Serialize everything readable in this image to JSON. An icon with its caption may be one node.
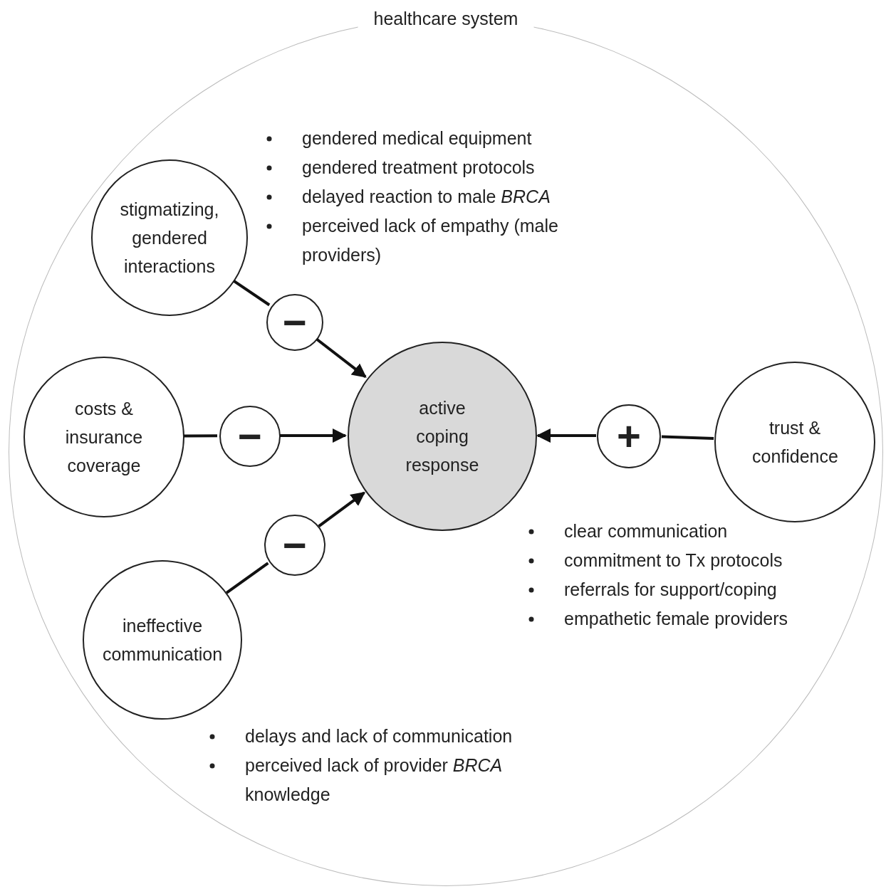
{
  "diagram": {
    "nodes": [
      {
        "text": [
          "healthcare system"
        ]
      },
      {
        "text": [
          "stigmatizing, gendered interactions"
        ],
        "in": 0,
        "beside": [
          "gendered medical equipment",
          "gendered treatment  protocols",
          "delayed reaction to male *BRCA*",
          "perceived lack of empathy (male providers)"
        ]
      },
      {
        "text": [
          "−"
        ],
        "in": 0
      },
      {
        "text": [
          "costs & insurance coverage"
        ],
        "in": 0
      },
      {
        "text": [
          "−"
        ],
        "in": 0
      },
      {
        "text": [
          "active coping response"
        ],
        "in": 0
      },
      {
        "text": [
          "+"
        ],
        "in": 0
      },
      {
        "text": [
          "trust & confidence"
        ],
        "in": 0,
        "beside": [
          "clear communication",
          "commitment  to Tx protocols",
          "referrals for support/coping",
          "empathetic  female providers"
        ]
      },
      {
        "text": [
          "−"
        ],
        "in": 0
      },
      {
        "text": [
          "ineffective communication"
        ],
        "in": 0,
        "beside": [
          "delays and lack of communication",
          "perceived lack of provider *BRCA* knowledge"
        ]
      }
    ],
    "edges": [
      {
        "from": 1,
        "to": 2,
        "arrow": "none"
      },
      {
        "from": 2,
        "to": 5,
        "arrow": "to"
      },
      {
        "from": 3,
        "to": 4,
        "arrow": "none"
      },
      {
        "from": 4,
        "to": 5,
        "arrow": "to"
      },
      {
        "from": 7,
        "to": 6,
        "arrow": "none"
      },
      {
        "from": 6,
        "to": 5,
        "arrow": "to"
      },
      {
        "from": 9,
        "to": 8,
        "arrow": "none"
      },
      {
        "from": 8,
        "to": 5,
        "arrow": "to"
      }
    ]
  }
}
